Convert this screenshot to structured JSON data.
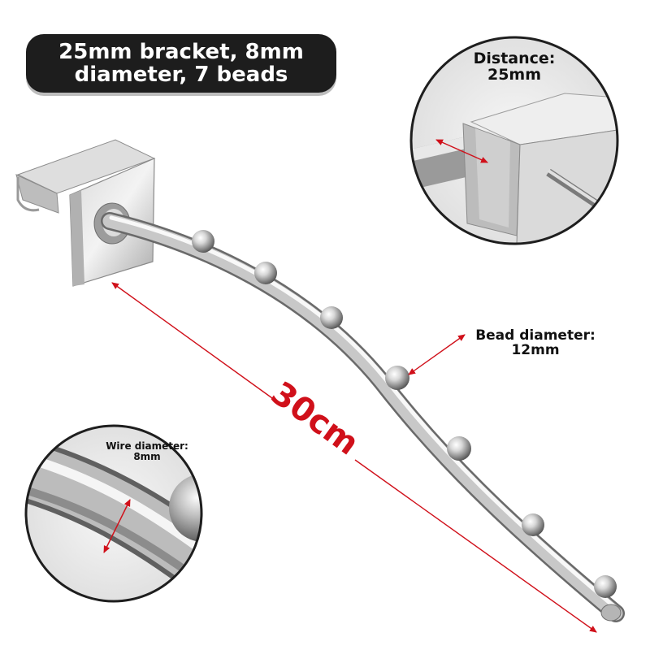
{
  "title": {
    "line1": "25mm bracket, 8mm",
    "line2": "diameter, 7 beads"
  },
  "labels": {
    "distance": {
      "line1": "Distance:",
      "line2": "25mm"
    },
    "bead_diameter": {
      "line1": "Bead diameter:",
      "line2": "12mm"
    },
    "wire_diameter": {
      "line1": "Wire diameter:",
      "line2": "8mm"
    },
    "length": "30cm"
  },
  "colors": {
    "badge_background": "#1d1d1d",
    "badge_text": "#ffffff",
    "dimension_red": "#d0101a",
    "metal_light": "#f2f2f2",
    "metal_dark": "#7a7a7a"
  },
  "product": {
    "bead_count": 7
  }
}
